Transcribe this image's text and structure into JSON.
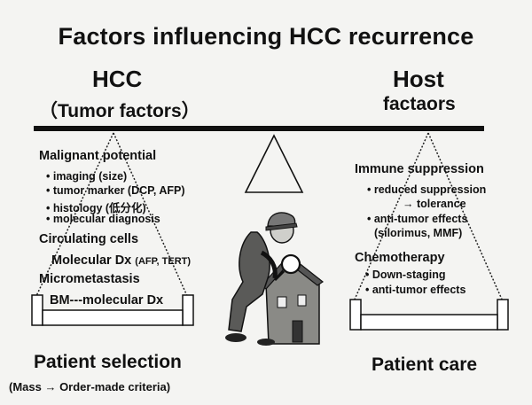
{
  "title": "Factors influencing HCC recurrence",
  "left": {
    "heading": "HCC",
    "subheading": "（Tumor factors）",
    "sections": {
      "malignant": {
        "title": "Malignant potential",
        "items": [
          "• imaging (size)",
          "• tumor marker (DCP, AFP)",
          "• histology (低分化)",
          "• molecular diagnosis"
        ]
      },
      "circulating": {
        "title": "Circulating cells",
        "line_main": "Molecular Dx",
        "line_small": "(AFP, TERT)"
      },
      "micro": {
        "title": "Micrometastasis",
        "line": "BM---molecular Dx"
      }
    },
    "footer": "Patient selection",
    "footer_sub": "(Mass → Order-made criteria)"
  },
  "right": {
    "heading": "Host",
    "subheading": "factaors",
    "sections": {
      "immune": {
        "title": "Immune suppression",
        "items": [
          "• reduced suppression",
          "→ tolerance",
          "• anti-tumor effects",
          "(silorimus, MMF)"
        ]
      },
      "chemo": {
        "title": "Chemotherapy",
        "items": [
          "• Down-staging",
          "• anti-tumor effects"
        ]
      }
    },
    "footer": "Patient care"
  }
}
